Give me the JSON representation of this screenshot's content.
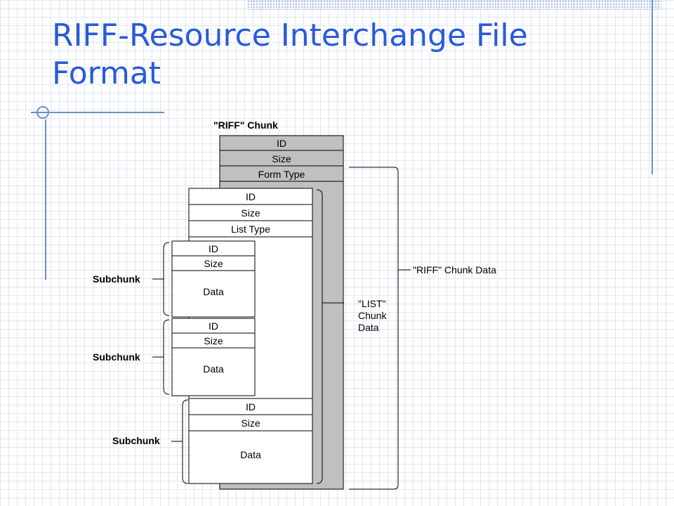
{
  "slide": {
    "title": "RIFF-Resource Interchange File Format"
  },
  "diagram": {
    "riff_chunk_label": "\"RIFF\" Chunk",
    "riff_header": {
      "id": "ID",
      "size": "Size",
      "form_type": "Form Type"
    },
    "list_header": {
      "id": "ID",
      "size": "Size",
      "list_type": "List Type"
    },
    "subchunks": [
      {
        "label": "Subchunk",
        "id": "ID",
        "size": "Size",
        "data": "Data"
      },
      {
        "label": "Subchunk",
        "id": "ID",
        "size": "Size",
        "data": "Data"
      },
      {
        "label": "Subchunk",
        "id": "ID",
        "size": "Size",
        "data": "Data"
      }
    ],
    "list_chunk_data_label": [
      "\"LIST\"",
      "Chunk",
      "Data"
    ],
    "riff_chunk_data_label": "\"RIFF\" Chunk Data",
    "colors": {
      "riff_fill": "#c0c0c0",
      "box_fill": "#ffffff",
      "title": "#2a5ad7",
      "accent": "#6d8fc9"
    }
  }
}
